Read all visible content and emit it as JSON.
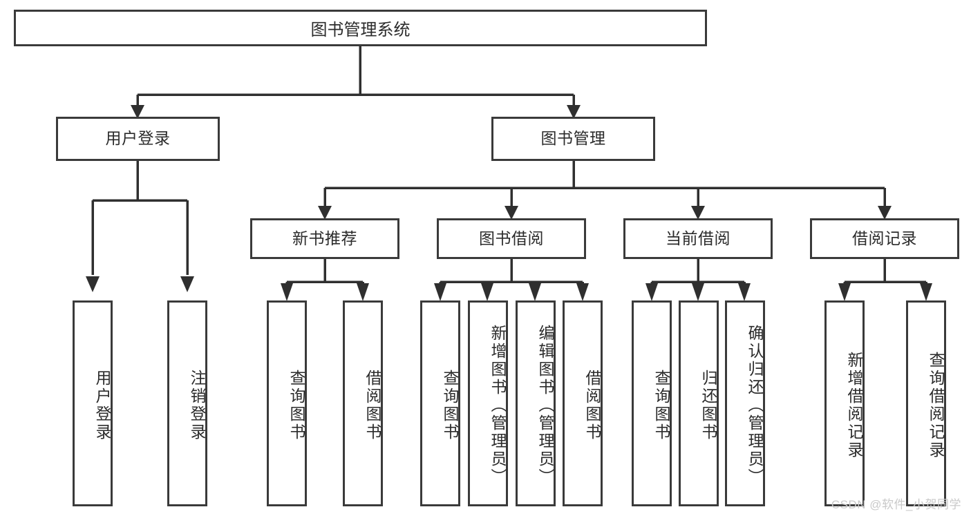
{
  "diagram": {
    "type": "tree-hierarchy-chart",
    "title": "图书管理系统",
    "root": {
      "id": "root",
      "label": "图书管理系统"
    },
    "level2": [
      {
        "id": "user-login",
        "label": "用户登录"
      },
      {
        "id": "book-management",
        "label": "图书管理"
      }
    ],
    "level3": [
      {
        "id": "new-book-recommend",
        "label": "新书推荐",
        "parent": "book-management"
      },
      {
        "id": "book-borrow",
        "label": "图书借阅",
        "parent": "book-management"
      },
      {
        "id": "current-borrow",
        "label": "当前借阅",
        "parent": "book-management"
      },
      {
        "id": "borrow-record",
        "label": "借阅记录",
        "parent": "book-management"
      }
    ],
    "leaves": [
      {
        "id": "leaf-user-login",
        "label": "用户登录",
        "parent": "user-login"
      },
      {
        "id": "leaf-logout-login",
        "label": "注销登录",
        "parent": "user-login"
      },
      {
        "id": "leaf-query-book-1",
        "label": "查询图书",
        "parent": "new-book-recommend"
      },
      {
        "id": "leaf-borrow-book-1",
        "label": "借阅图书",
        "parent": "new-book-recommend"
      },
      {
        "id": "leaf-query-book-2",
        "label": "查询图书",
        "parent": "book-borrow"
      },
      {
        "id": "leaf-add-book",
        "label": "新增图书（管理员）",
        "parent": "book-borrow"
      },
      {
        "id": "leaf-edit-book",
        "label": "编辑图书（管理员）",
        "parent": "book-borrow"
      },
      {
        "id": "leaf-borrow-book-2",
        "label": "借阅图书",
        "parent": "book-borrow"
      },
      {
        "id": "leaf-query-book-3",
        "label": "查询图书",
        "parent": "current-borrow"
      },
      {
        "id": "leaf-return-book",
        "label": "归还图书",
        "parent": "current-borrow"
      },
      {
        "id": "leaf-confirm-return",
        "label": "确认归还（管理员）",
        "parent": "current-borrow"
      },
      {
        "id": "leaf-add-record",
        "label": "新增借阅记录",
        "parent": "borrow-record"
      },
      {
        "id": "leaf-query-record",
        "label": "查询借阅记录",
        "parent": "borrow-record"
      }
    ],
    "colors": {
      "border": "#3a3a3a",
      "background": "#ffffff",
      "text": "#2b2b2b",
      "watermark": "#c9c9c9"
    }
  },
  "watermark": {
    "text": "CSDN @软件_小贺同学"
  }
}
